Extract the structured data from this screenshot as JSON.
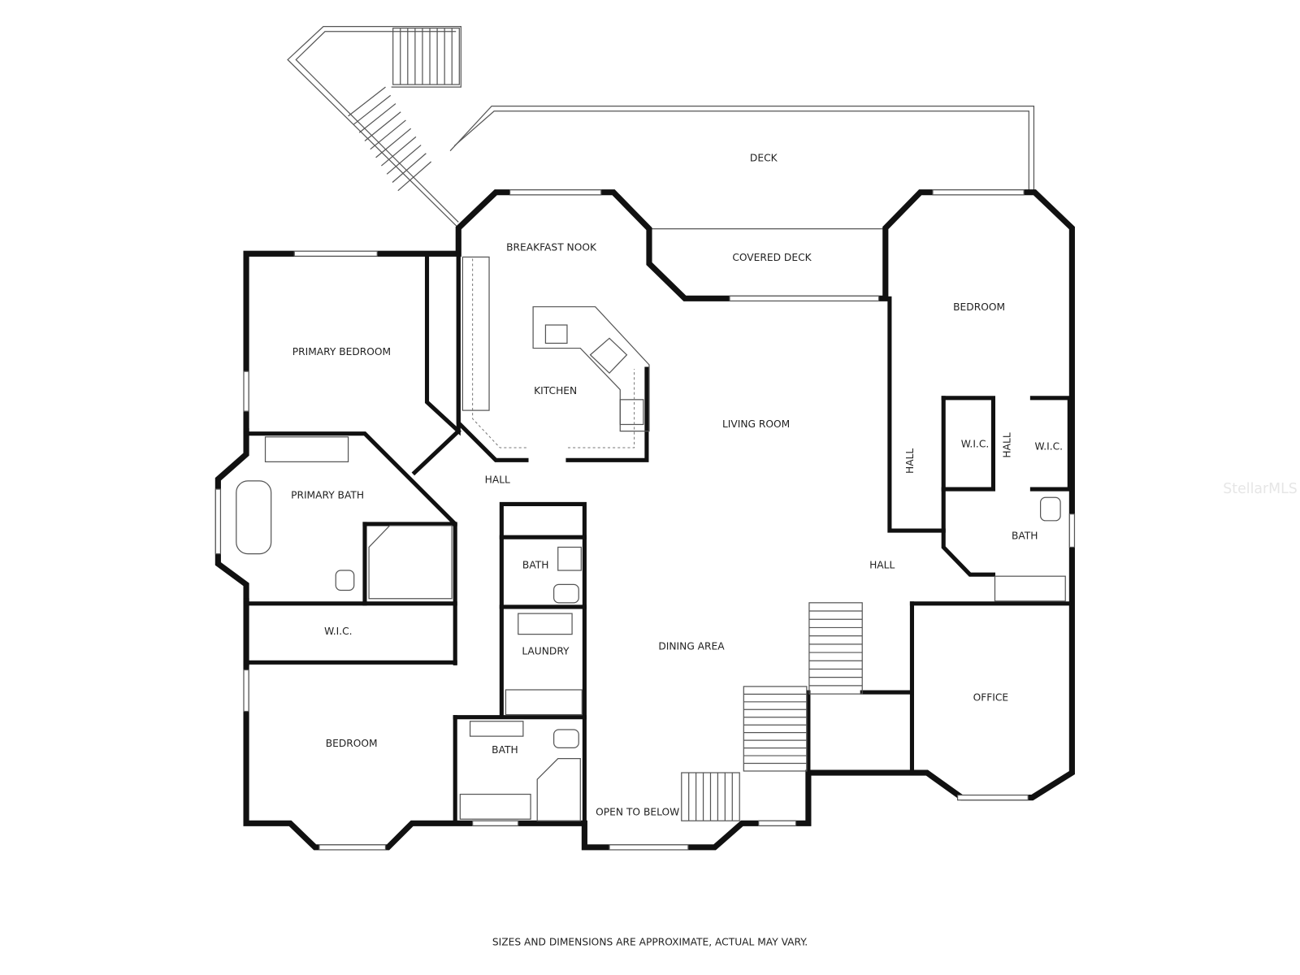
{
  "rooms": [
    "DECK",
    "BREAKFAST NOOK",
    "COVERED DECK",
    "BEDROOM",
    "PRIMARY BEDROOM",
    "KITCHEN",
    "LIVING ROOM",
    "W.I.C.",
    "HALL",
    "W.I.C.",
    "HALL",
    "HALL",
    "PRIMARY BATH",
    "BATH",
    "BATH",
    "HALL",
    "W.I.C.",
    "DINING AREA",
    "LAUNDRY",
    "OFFICE",
    "BEDROOM",
    "BATH",
    "OPEN TO BELOW"
  ],
  "disclaimer": "SIZES AND DIMENSIONS ARE APPROXIMATE, ACTUAL MAY VARY.",
  "watermark": "StellarMLS",
  "colors": {
    "walls": "#111111",
    "background": "#ffffff"
  }
}
